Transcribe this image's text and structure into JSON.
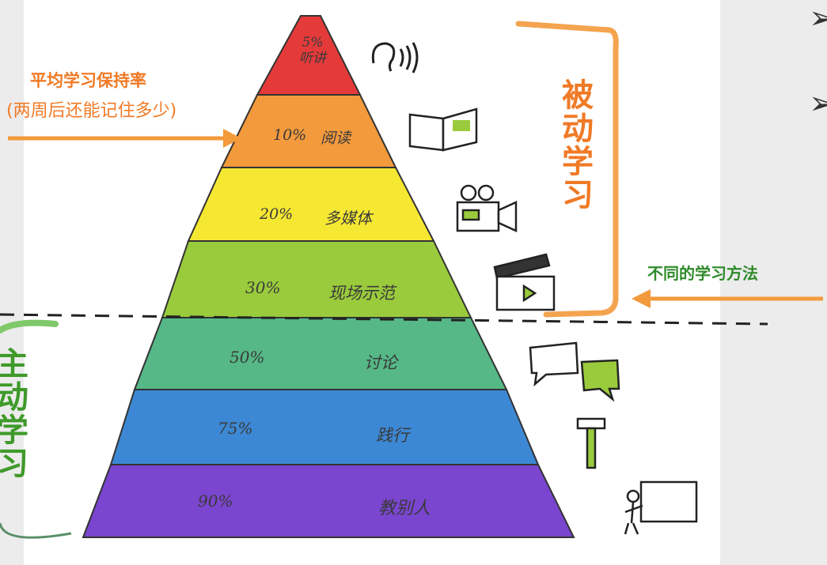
{
  "header": {
    "retention_title": "平均学习保持率",
    "retention_subtitle": "(两周后还能记住多少)",
    "methods_label": "不同的学习方法"
  },
  "groups": {
    "passive": "被动学习",
    "active": "主动学习"
  },
  "pyramid": [
    {
      "pct": "5%",
      "method": "听讲",
      "color": "#e53a3a"
    },
    {
      "pct": "10%",
      "method": "阅读",
      "color": "#f39a3c"
    },
    {
      "pct": "20%",
      "method": "多媒体",
      "color": "#f6e832"
    },
    {
      "pct": "30%",
      "method": "现场示范",
      "color": "#9acb3c"
    },
    {
      "pct": "50%",
      "method": "讨论",
      "color": "#55b886"
    },
    {
      "pct": "75%",
      "method": "践行",
      "color": "#3d88d4"
    },
    {
      "pct": "90%",
      "method": "教别人",
      "color": "#7a45cf"
    }
  ],
  "bullets": [
    "➢",
    "➢"
  ],
  "icons": [
    "ear-icon",
    "book-icon",
    "video-camera-icon",
    "clapperboard-icon",
    "speech-bubbles-icon",
    "hammer-icon",
    "teacher-whiteboard-icon"
  ],
  "colors": {
    "accent": "#f07a26",
    "active_green": "#3f9a2a"
  }
}
